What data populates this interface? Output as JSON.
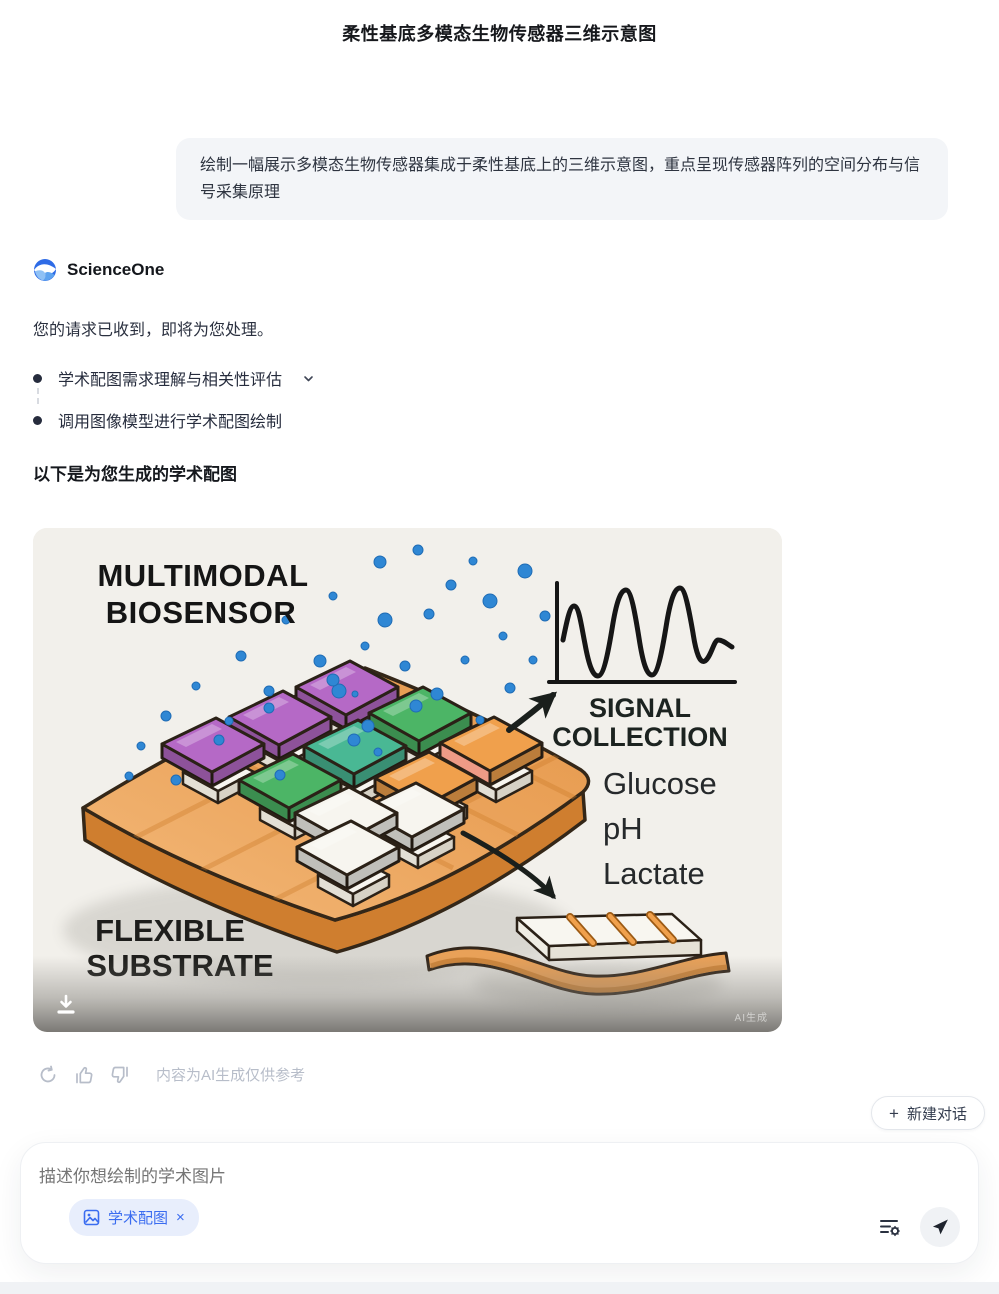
{
  "page": {
    "title": "柔性基底多模态生物传感器三维示意图"
  },
  "user_message": {
    "text": "绘制一幅展示多模态生物传感器集成于柔性基底上的三维示意图，重点呈现传感器阵列的空间分布与信号采集原理"
  },
  "assistant": {
    "brand": "ScienceOne",
    "intro": "您的请求已收到，即将为您处理。",
    "steps": [
      {
        "label": "学术配图需求理解与相关性评估"
      },
      {
        "label": "调用图像模型进行学术配图绘制"
      }
    ],
    "result_heading": "以下是为您生成的学术配图"
  },
  "figure": {
    "labels": {
      "multimodal_line1": "MULTIMODAL",
      "multimodal_line2": "BIOSENSOR",
      "signal_line1": "SIGNAL",
      "signal_line2": "COLLECTION",
      "analytes": [
        "Glucose",
        "pH",
        "Lactate"
      ],
      "flexible_line1": "FLEXIBLE",
      "flexible_line2": "SUBSTRATE",
      "watermark": "AI生成"
    },
    "colors": {
      "background": "#F2F0EB",
      "substrate": "#E9A158",
      "purple": "#B569C6",
      "green": "#4CB566",
      "teal": "#49B894",
      "orange": "#F0A04C",
      "salmon": "#EE9B86",
      "molecule": "#2F87D4"
    }
  },
  "actions": {
    "disclaimer": "内容为AI生成仅供参考"
  },
  "new_chat": {
    "plus": "+",
    "label": "新建对话"
  },
  "composer": {
    "placeholder": "描述你想绘制的学术图片",
    "tag": {
      "label": "学术配图",
      "close": "×"
    }
  }
}
